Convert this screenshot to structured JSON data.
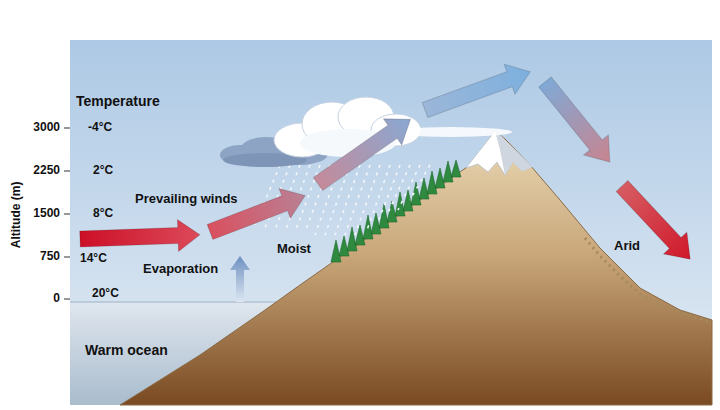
{
  "diagram": {
    "labels": [
      "Temperature",
      "3000",
      "-4°C",
      "2250",
      "2°C",
      "1500",
      "8°C",
      "750",
      "14°C",
      "0",
      "20°C",
      "Altitude (m)",
      "Prevailing winds",
      "Evaporation",
      "Moist",
      "Arid",
      "Warm ocean"
    ]
  }
}
